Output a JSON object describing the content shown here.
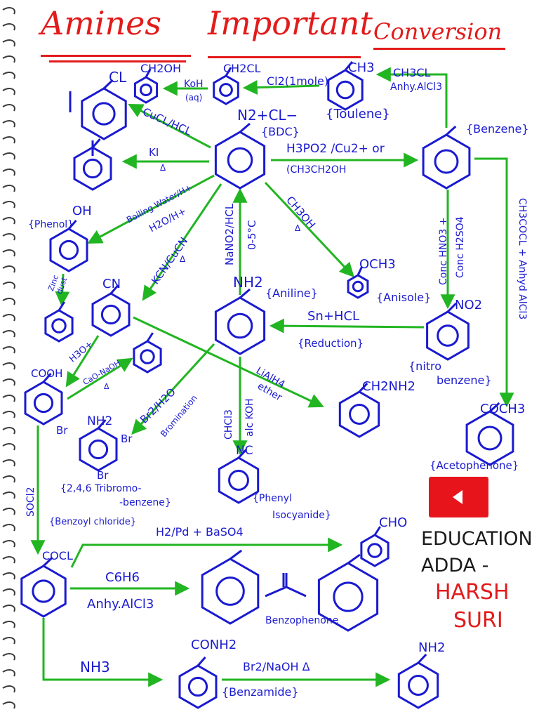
{
  "title": {
    "word1": "Amines",
    "word2": "Important",
    "word3": "Conversion"
  },
  "compounds": {
    "chlorobenzene": "CL",
    "benzyl_alcohol": "CH2OH",
    "benzyl_chloride": "CH2CL",
    "toluene_group": "CH3",
    "toluene_name": "{Toulene}",
    "diazonium": "N2+CL−",
    "bdc": "{BDC}",
    "benzene_name": "{Benzene}",
    "phenol_group": "OH",
    "phenol_name": "{Phenol}",
    "anisole_group": "OCH3",
    "anisole_name": "{Anisole}",
    "cyano_group": "CN",
    "aniline_group": "NH2",
    "aniline_name": "{Aniline}",
    "nitro_group": "NO2",
    "nitrobenzene_name_1": "{nitro",
    "nitrobenzene_name_2": "benzene}",
    "cooh_group": "COOH",
    "benzylamine_group": "CH2NH2",
    "acetyl_group": "COCH3",
    "acetophenone_name": "{Acetophenone}",
    "tribromo_nh2": "NH2",
    "br_left": "Br",
    "br_right": "Br",
    "br_bottom": "Br",
    "tribromo_name_1": "{2,4,6 Tribromo-",
    "tribromo_name_2": "-benzene}",
    "isocyanide_group": "NC",
    "isocyanide_name_1": "{Phenyl",
    "isocyanide_name_2": "Isocyanide}",
    "benzoyl_chloride_group": "COCL",
    "benzoyl_chloride_name": "{Benzoyl chloride}",
    "cho_group": "CHO",
    "benzophenone_name": "Benzophenone",
    "conh2_group": "CONH2",
    "benzamide_name": "{Benzamide}",
    "final_nh2": "NH2"
  },
  "reagents": {
    "koh": "KoH",
    "aq": "(aq)",
    "cl2": "Cl2(1mole)",
    "ch3cl": "CH3CL",
    "anhy_alcl3_top": "Anhy.AlCl3",
    "cucl": "CuCL/HCL",
    "ki": "KI",
    "delta": "Δ",
    "h3po2": "H3PO2 /Cu2+ or",
    "ethanol": "(CH3CH2OH",
    "boiling": "Boiling Water/H+",
    "h2o_h": "H2O/H+",
    "kcn": "KCN/CuCN",
    "nano2": "NaNO2/HCL",
    "temp": "0-5°C",
    "ch3oh": "CH3OH",
    "zinc": "Zinc",
    "dust": "dust",
    "nitration_1": "Conc HNO3 +",
    "nitration_2": "Conc H2SO4",
    "acylation": "CH3COCL + Anhyd AlCl3",
    "sn_hcl": "Sn+HCL",
    "reduction": "{Reduction}",
    "h3o": "H3O+",
    "cao_naoh": "CaO-NaOH",
    "br2_h2o": "Br2/H2O",
    "bromination": "Bromination",
    "lialh4": "LiAlH4",
    "ether": "ether",
    "chcl3": "CHCl3",
    "alc_koh": "alc KOH",
    "socl2": "SOCl2",
    "rosenmund": "H2/Pd + BaSO4",
    "c6h6": "C6H6",
    "anhy_alcl3_bottom": "Anhy.AlCl3",
    "nh3": "NH3",
    "hofmann": "Br2/NaOH Δ"
  },
  "branding": {
    "line1": "EDUCATION",
    "line2": "ADDA -",
    "line3": "HARSH",
    "line4": "SURI"
  },
  "colors": {
    "title": "#e21b1b",
    "structures": "#1a1ad0",
    "arrows": "#22b522",
    "brand_dark": "#1a1a1a",
    "brand_red": "#e21b1b",
    "youtube": "#e8141c"
  },
  "icons": [
    "youtube-play-icon",
    "notebook-spiral"
  ]
}
